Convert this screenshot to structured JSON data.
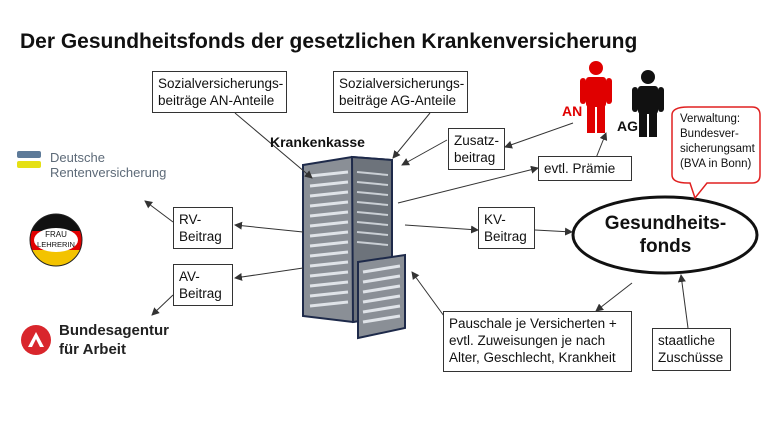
{
  "title": "Der Gesundheitsfonds der gesetzlichen Krankenversicherung",
  "boxes": {
    "an_anteile": "Sozialversicherungs-\nbeiträge AN-Anteile",
    "ag_anteile": "Sozialversicherungs-\nbeiträge AG-Anteile",
    "zusatzbeitrag": "Zusatz-\nbeitrag",
    "praemie": "evtl. Prämie",
    "rv": "RV-\nBeitrag",
    "av": "AV-\nBeitrag",
    "kv": "KV-\nBeitrag",
    "pauschale": "Pauschale je Versicherten +\nevtl. Zuweisungen je nach\nAlter, Geschlecht, Krankheit",
    "zuschuesse": "staatliche\nZuschüsse"
  },
  "labels": {
    "krankenkasse": "Krankenkasse",
    "an": "AN",
    "ag": "AG",
    "fonds": "Gesundheits-\nfonds",
    "verwaltung": "Verwaltung:\nBundesver-\nsicherungsamt\n(BVA in Bonn)"
  },
  "logos": {
    "drv": "Deutsche\nRentenversicherung",
    "frau_lehrerin": "FRAU\nLEHRERIN",
    "ba": "Bundesagentur\nfür Arbeit"
  },
  "colors": {
    "an_person": "#e00000",
    "ag_person": "#111111",
    "building": "#8a8f96",
    "drv_blue": "#5d7a99",
    "drv_yellow": "#e5e014",
    "ba_red": "#d9262c"
  },
  "icons": [
    "person-icon",
    "building-icon",
    "drv-logo-icon",
    "frau-lehrerin-badge-icon",
    "ba-logo-icon"
  ]
}
